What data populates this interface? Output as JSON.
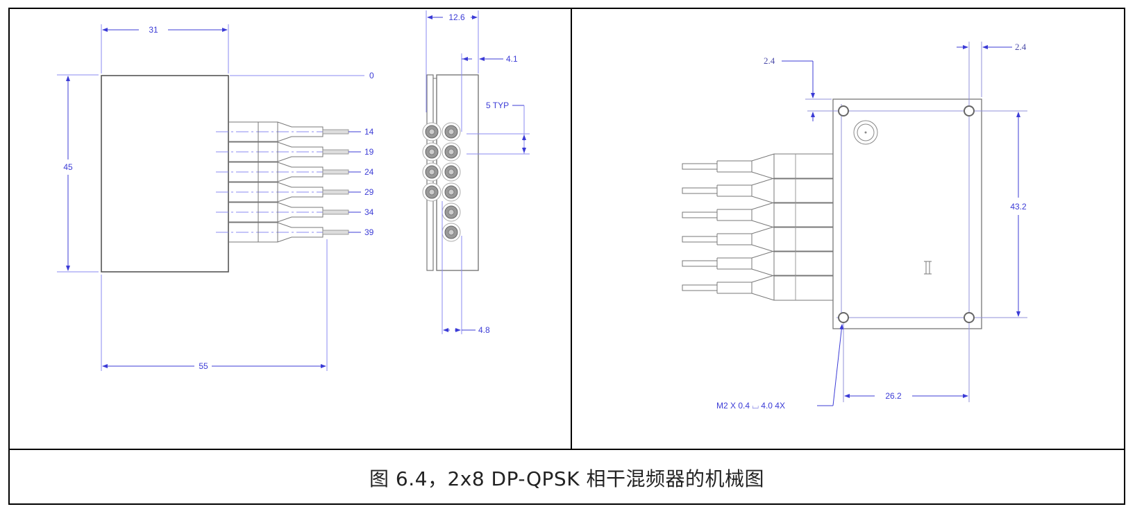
{
  "caption": "图 6.4，2x8 DP-QPSK 相干混频器的机械图",
  "colors": {
    "dimension": "#3b3bd6",
    "outline": "#555555",
    "frame": "#000000"
  },
  "left_panel": {
    "front_view": {
      "width_dim": "31",
      "height_dim": "45",
      "overall_length_dim": "55",
      "datum_label": "0",
      "fiber_positions": [
        "14",
        "19",
        "24",
        "29",
        "34",
        "39"
      ]
    },
    "side_view": {
      "width_dim": "12.6",
      "offset_dim": "4.1",
      "pitch_dim": "5 TYP",
      "column_spacing_dim": "4.8"
    }
  },
  "right_panel": {
    "top_view": {
      "hole_offset_vertical": "2.4",
      "hole_offset_horizontal": "2.4",
      "hole_spacing_vertical": "43.2",
      "hole_spacing_horizontal": "26.2",
      "thread_callout": "M2 X 0.4 ⌴ 4.0 4X"
    }
  }
}
